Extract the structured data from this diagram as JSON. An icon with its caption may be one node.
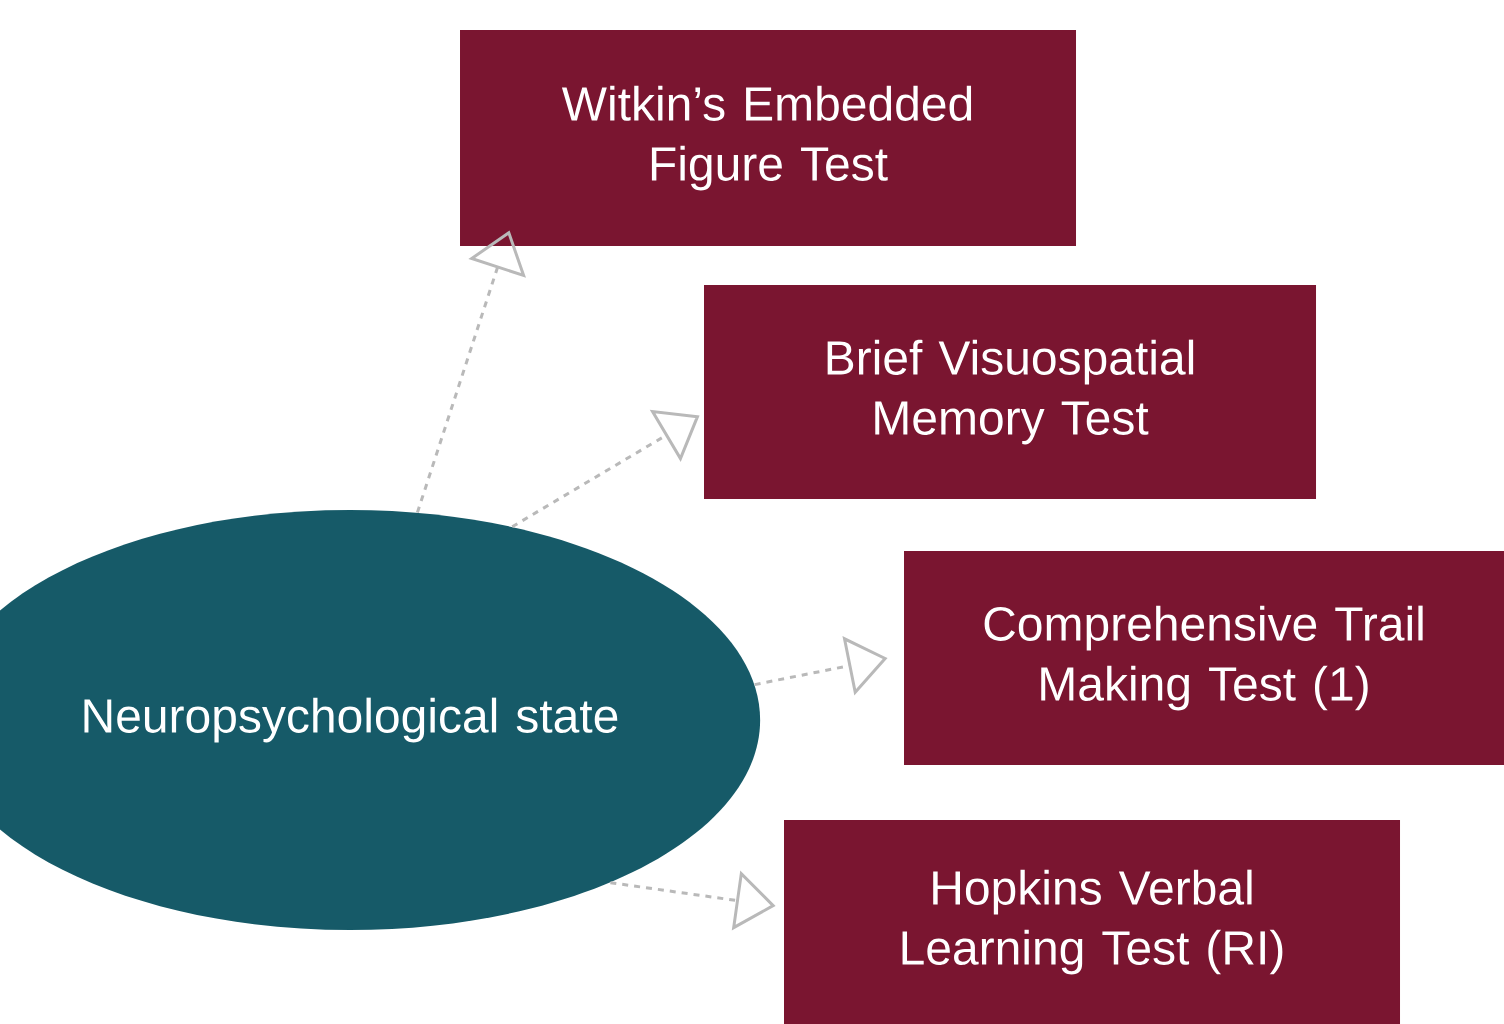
{
  "diagram": {
    "nodes": [
      {
        "text": [
          "Neuropsychological state"
        ]
      },
      {
        "text": [
          "Witkin’s Embedded Figure Test"
        ]
      },
      {
        "text": [
          "Brief Visuospatial Memory Test"
        ]
      },
      {
        "text": [
          "Comprehensive Trail Making Test (1)"
        ]
      },
      {
        "text": [
          "Hopkins Verbal Learning Test (RI)"
        ]
      }
    ],
    "edges": [
      {
        "from": 0,
        "to": 1,
        "arrow": "to",
        "style": "dashed"
      },
      {
        "from": 0,
        "to": 2,
        "arrow": "to",
        "style": "dashed"
      },
      {
        "from": 0,
        "to": 3,
        "arrow": "to",
        "style": "dashed"
      },
      {
        "from": 0,
        "to": 4,
        "arrow": "to",
        "style": "dashed"
      }
    ]
  }
}
